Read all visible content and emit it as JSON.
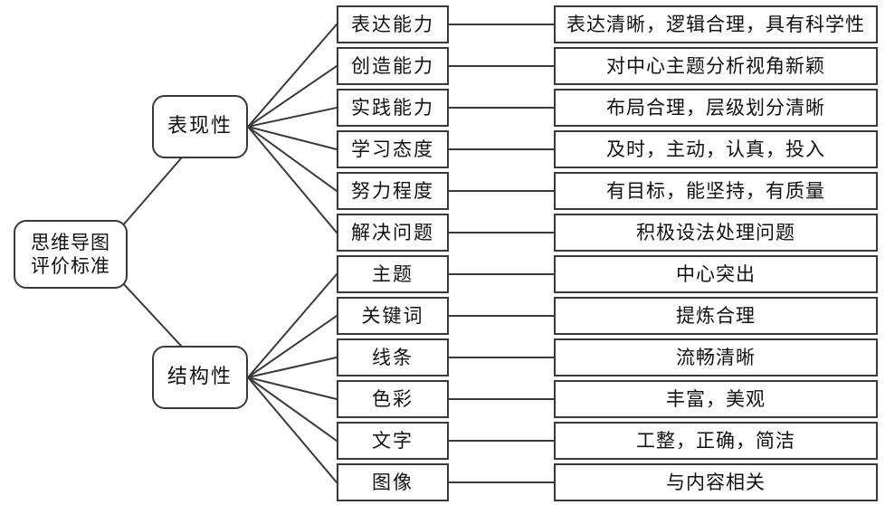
{
  "diagram": {
    "title": "思维导图评价标准",
    "root": {
      "line1": "思维导图",
      "line2": "评价标准"
    },
    "branches": [
      {
        "label": "表现性"
      },
      {
        "label": "结构性"
      }
    ],
    "rows": [
      {
        "criterion": "表达能力",
        "descriptor": "表达清晰，逻辑合理，具有科学性",
        "branch": "表现性"
      },
      {
        "criterion": "创造能力",
        "descriptor": "对中心主题分析视角新颖",
        "branch": "表现性"
      },
      {
        "criterion": "实践能力",
        "descriptor": "布局合理，层级划分清晰",
        "branch": "表现性"
      },
      {
        "criterion": "学习态度",
        "descriptor": "及时，主动，认真，投入",
        "branch": "表现性"
      },
      {
        "criterion": "努力程度",
        "descriptor": "有目标，能坚持，有质量",
        "branch": "表现性"
      },
      {
        "criterion": "解决问题",
        "descriptor": "积极设法处理问题",
        "branch": "表现性"
      },
      {
        "criterion": "主题",
        "descriptor": "中心突出",
        "branch": "结构性"
      },
      {
        "criterion": "关键词",
        "descriptor": "提炼合理",
        "branch": "结构性"
      },
      {
        "criterion": "线条",
        "descriptor": "流畅清晰",
        "branch": "结构性"
      },
      {
        "criterion": "色彩",
        "descriptor": "丰富，美观",
        "branch": "结构性"
      },
      {
        "criterion": "文字",
        "descriptor": "工整，正确，简洁",
        "branch": "结构性"
      },
      {
        "criterion": "图像",
        "descriptor": "与内容相关",
        "branch": "结构性"
      }
    ],
    "colors": {
      "stroke": "#3a3a3a",
      "background": "#ffffff",
      "text": "#111111"
    }
  }
}
